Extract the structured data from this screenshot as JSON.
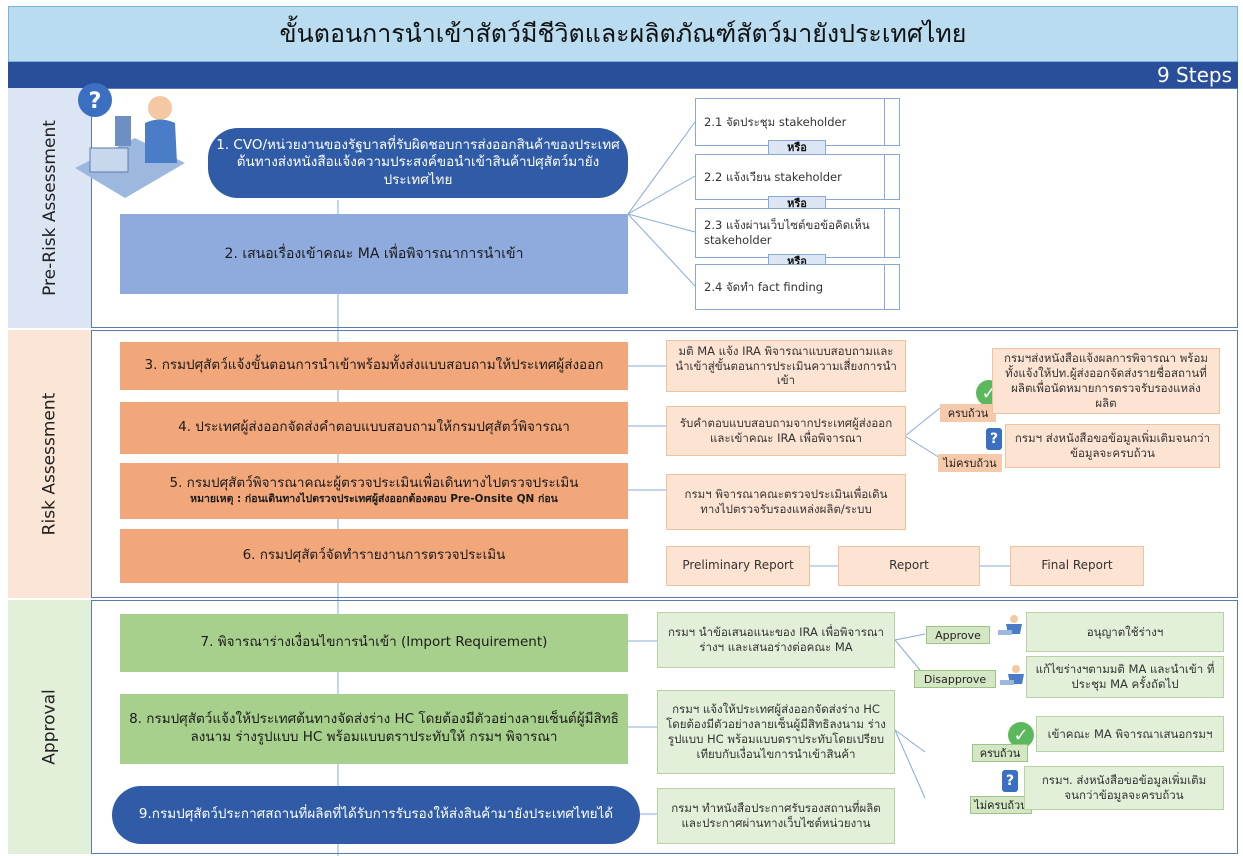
{
  "title": "ขั้นตอนการนำเข้าสัตว์มีชีวิตและผลิตภัณฑ์สัตว์มายังประเทศไทย",
  "steps_label": "9 Steps",
  "phases": {
    "pre": "Pre-Risk Assessment",
    "risk": "Risk Assessment",
    "approval": "Approval"
  },
  "pre": {
    "step1": "1. CVO/หน่วยงานของรัฐบาลที่รับผิดชอบการส่งออกสินค้าของประเทศต้นทางส่งหนังสือแจ้งความประสงค์ขอนำเข้าสินค้าปศุสัตว์มายังประเทศไทย",
    "step2": "2. เสนอเรื่องเข้าคณะ MA เพื่อพิจารณาการนำเข้า",
    "sub1": "2.1 จัดประชุม stakeholder",
    "sub2": "2.2  แจ้งเวียน stakeholder",
    "sub3": "2.3  แจ้งผ่านเว็บไซต์ขอข้อคิดเห็น stakeholder",
    "sub4": "2.4 จัดทำ fact finding",
    "or": "หรือ"
  },
  "risk": {
    "step3": "3. กรมปศุสัตว์แจ้งขั้นตอนการนำเข้าพร้อมทั้งส่งแบบสอบถามให้ประเทศผู้ส่งออก",
    "step4": "4. ประเทศผู้ส่งออกจัดส่งคำตอบแบบสอบถามให้กรมปศุสัตว์พิจารณา",
    "step5": "5. กรมปศุสัตว์พิจารณาคณะผู้ตรวจประเมินเพื่อเดินทางไปตรวจประเมิน",
    "step5_note": "หมายเหตุ : ก่อนเดินทางไปตรวจประเทศผู้ส่งออกต้องตอบ Pre-Onsite QN ก่อน",
    "step6": "6. กรมปศุสัตว์จัดทำรายงานการตรวจประเมิน",
    "d3": "มติ MA แจ้ง IRA พิจารณาแบบสอบถามและนำเข้าสู่ขั้นตอนการประเมินความเสี่ยงการนำเข้า",
    "d4": "รับคำตอบแบบสอบถามจากประเทศผู้ส่งออกและเข้าคณะ IRA เพื่อพิจารณา",
    "d5": "กรมฯ พิจารณาคณะตรวจประเมินเพื่อเดินทางไปตรวจรับรองแหล่งผลิต/ระบบ",
    "complete_label": "ครบถ้วน",
    "incomplete_label": "ไม่ครบถ้วน",
    "complete_text": "กรมฯส่งหนังสือแจ้งผลการพิจารณา พร้อมทั้งแจ้งให้ปท.ผู้ส่งออกจัดส่งรายชื่อสถานที่ผลิตเพื่อนัดหมายการตรวจรับรองแหล่งผลิต",
    "incomplete_text": "กรมฯ ส่งหนังสือขอข้อมูลเพิ่มเติมจนกว่าข้อมูลจะครบถ้วน",
    "report1": "Preliminary Report",
    "report2": "Report",
    "report3": "Final Report"
  },
  "approval": {
    "step7": "7. พิจารณาร่างเงื่อนไขการนำเข้า (Import Requirement)",
    "step8": "8. กรมปศุสัตว์แจ้งให้ประเทศต้นทางจัดส่งร่าง HC โดยต้องมีตัวอย่างลายเซ็นต์ผู้มีสิทธิลงนาม ร่างรูปแบบ HC พร้อมแบบตราประทับให้ กรมฯ พิจารณา",
    "step9": "9.กรมปศุสัตว์ประกาศสถานที่ผลิตที่ได้รับการรับรองให้ส่งสินค้ามายังประเทศไทยได้",
    "d7": "กรมฯ นำข้อเสนอแนะของ IRA เพื่อพิจารณาร่างฯ และเสนอร่างต่อคณะ MA",
    "d8": "กรมฯ แจ้งให้ประเทศผู้ส่งออกจัดส่งร่าง HC โดยต้องมีตัวอย่างลายเซ็นผู้มีสิทธิลงนาม ร่างรูปแบบ HC พร้อมแบบตราประทับโดยเปรียบเทียบกับเงื่อนไขการนำเข้าสินค้า",
    "d9": "กรมฯ ทำหนังสือประกาศรับรองสถานที่ผลิตและประกาศผ่านทางเว็บไซต์หน่วยงาน",
    "approve_label": "Approve",
    "disapprove_label": "Disapprove",
    "approve_text": "อนุญาตใช้ร่างฯ",
    "disapprove_text": "แก้ไขร่างฯตามมติ MA และนำเข้า  ที่ประชุม MA ครั้งถัดไป",
    "complete_label": "ครบถ้วน",
    "incomplete_label": "ไม่ครบถ้วน",
    "complete_text": "เข้าคณะ MA พิจารณาเสนอกรมฯ",
    "incomplete_text": "กรมฯ. ส่งหนังสือขอข้อมูลเพิ่มเติมจนกว่าข้อมูลจะครบถ้วน"
  },
  "colors": {
    "title_bg": "#b9dcf0",
    "steps_bg": "#2a4f9a",
    "pill": "#2f5ba7",
    "blue_rect": "#8faadc",
    "orange": "#f2a77a",
    "peach": "#fde3d2",
    "green": "#a8d08d",
    "lightgreen": "#e2efd9"
  }
}
